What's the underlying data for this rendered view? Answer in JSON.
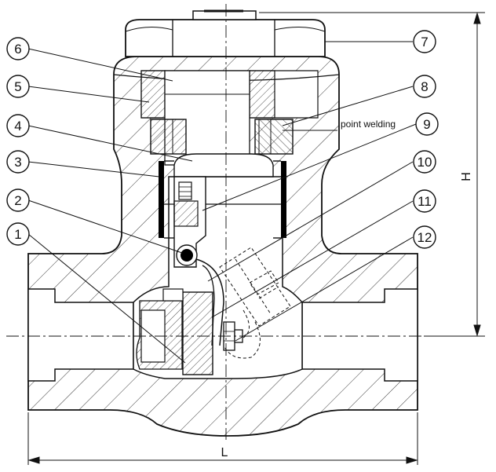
{
  "callouts": [
    {
      "id": "callout-1",
      "label": "1"
    },
    {
      "id": "callout-2",
      "label": "2"
    },
    {
      "id": "callout-3",
      "label": "3"
    },
    {
      "id": "callout-4",
      "label": "4"
    },
    {
      "id": "callout-5",
      "label": "5"
    },
    {
      "id": "callout-6",
      "label": "6"
    },
    {
      "id": "callout-7",
      "label": "7"
    },
    {
      "id": "callout-8",
      "label": "8"
    },
    {
      "id": "callout-9",
      "label": "9"
    },
    {
      "id": "callout-10",
      "label": "10"
    },
    {
      "id": "callout-11",
      "label": "11"
    },
    {
      "id": "callout-12",
      "label": "12"
    }
  ],
  "annotations": {
    "point_welding": "point welding"
  },
  "dimensions": {
    "height": "H",
    "length": "L"
  },
  "colors": {
    "line": "#111111",
    "background": "#ffffff",
    "gasket": "#000000"
  }
}
